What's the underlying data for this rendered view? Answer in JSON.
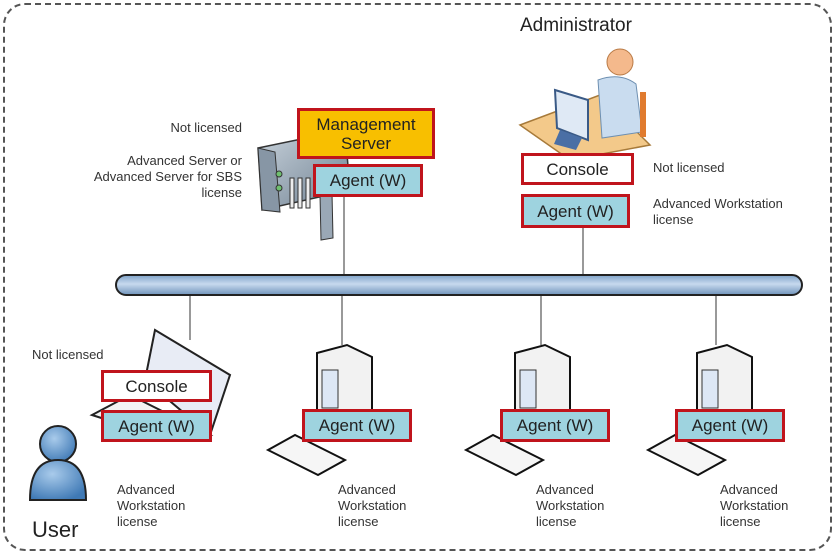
{
  "diagram": {
    "administrator": {
      "title": "Administrator",
      "console_label": "Console",
      "agent_label": "Agent (W)",
      "console_license": "Not licensed",
      "agent_license_line1": "Advanced Workstation",
      "agent_license_line2": "license"
    },
    "server": {
      "mgmt_label_line1": "Management",
      "mgmt_label_line2": "Server",
      "agent_label": "Agent (W)",
      "mgmt_license": "Not licensed",
      "agent_license_line1": "Advanced Server or",
      "agent_license_line2": "Advanced Server for SBS",
      "agent_license_line3": "license"
    },
    "laptop": {
      "user_label": "User",
      "console_label": "Console",
      "agent_label": "Agent (W)",
      "console_license": "Not licensed",
      "agent_license_line1": "Advanced",
      "agent_license_line2": "Workstation",
      "agent_license_line3": "license"
    },
    "workstations": [
      {
        "agent_label": "Agent (W)",
        "license_line1": "Advanced",
        "license_line2": "Workstation",
        "license_line3": "license"
      },
      {
        "agent_label": "Agent (W)",
        "license_line1": "Advanced",
        "license_line2": "Workstation",
        "license_line3": "license"
      },
      {
        "agent_label": "Agent (W)",
        "license_line1": "Advanced",
        "license_line2": "Workstation",
        "license_line3": "license"
      }
    ],
    "colors": {
      "frame": "#555555",
      "box_border": "#c0141c",
      "agent_fill": "#9ed3df",
      "mgmt_fill": "#f8bf00",
      "bus_fill": "#a9c4e0"
    }
  }
}
